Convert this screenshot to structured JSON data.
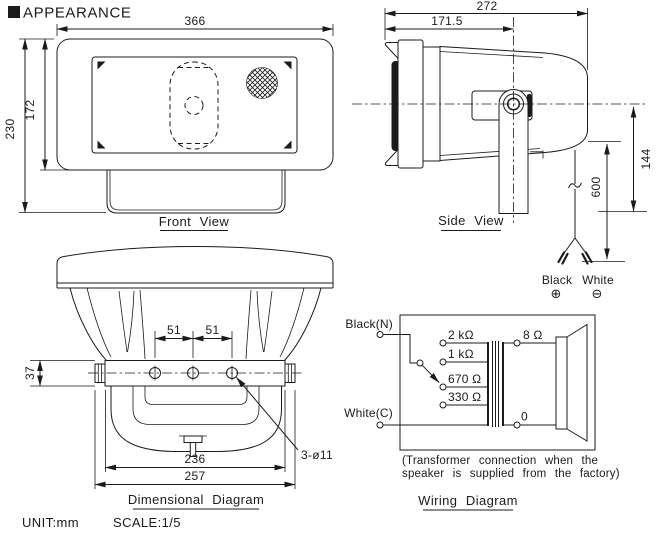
{
  "title": {
    "bullet": "■",
    "text": "APPEARANCE"
  },
  "footer": {
    "unit": "UNIT:mm",
    "scale": "SCALE:1/5"
  },
  "front_view": {
    "caption": "Front View",
    "dim_width": "366",
    "dim_total_height": "230",
    "dim_body_height": "172"
  },
  "side_view": {
    "caption": "Side View",
    "dim_depth": "272",
    "dim_front_depth": "171.5",
    "dim_below_axis": "144",
    "dim_cable_length": "600",
    "cable": {
      "black_label": "Black",
      "black_polarity": "⊕",
      "white_label": "White",
      "white_polarity": "⊖"
    }
  },
  "dimensional_diagram": {
    "caption": "Dimensional Diagram",
    "dim_pitch_left": "51",
    "dim_pitch_right": "51",
    "dim_bracket_height": "37",
    "dim_width_inner": "236",
    "dim_width_outer": "257",
    "hole_note": "3-ø11"
  },
  "wiring_diagram": {
    "caption": "Wiring Diagram",
    "input_top": "Black(N)",
    "input_bottom": "White(C)",
    "primary_taps": [
      "2 kΩ",
      "1 kΩ",
      "670 Ω",
      "330 Ω"
    ],
    "secondary_taps": [
      "8 Ω",
      "0"
    ],
    "note_line1": "(Transformer connection when the",
    "note_line2": "speaker is supplied from the factory)"
  },
  "colors": {
    "ink": "#1b1b1b",
    "background": "#ffffff"
  }
}
